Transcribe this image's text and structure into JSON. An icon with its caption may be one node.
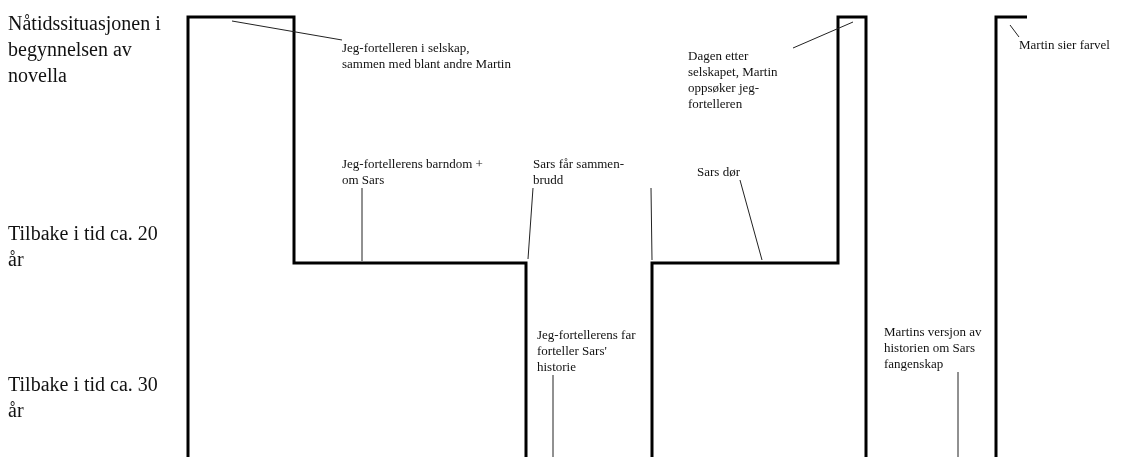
{
  "diagram": {
    "nodes": [
      {
        "text": [
          "Jeg-fortelleren i selskap, sammen med blant andre Martin"
        ]
      },
      {
        "text": [
          "Dagen etter selskapet, Martin oppsøker jeg-fortelleren"
        ]
      },
      {
        "text": [
          "Martin sier farvel"
        ]
      },
      {
        "text": [
          "Jeg-fortellerens barndom + om Sars"
        ]
      },
      {
        "text": [
          "Sars får sammen-brudd"
        ]
      },
      {
        "text": [
          "Sars dør"
        ]
      },
      {
        "text": [
          "Jeg-fortellerens far forteller Sars' historie"
        ]
      },
      {
        "text": [
          "Martins versjon av historien om Sars fangenskap"
        ]
      }
    ],
    "edges": [
      {
        "from": 0,
        "to": null,
        "arrow": "none"
      },
      {
        "from": 1,
        "to": null,
        "arrow": "none"
      },
      {
        "from": 2,
        "to": null,
        "arrow": "none"
      },
      {
        "from": 3,
        "to": null,
        "arrow": "none"
      },
      {
        "from": 4,
        "to": null,
        "arrow": "none"
      },
      {
        "from": 4,
        "to": null,
        "arrow": "none"
      },
      {
        "from": 5,
        "to": null,
        "arrow": "none"
      },
      {
        "from": 6,
        "to": null,
        "arrow": "none"
      },
      {
        "from": 7,
        "to": null,
        "arrow": "none"
      }
    ],
    "labels": [
      "Nåtidssituasjonen i begynnelsen av novella",
      "Tilbake i tid ca. 20 år",
      "Tilbake i tid ca. 30 år"
    ]
  }
}
